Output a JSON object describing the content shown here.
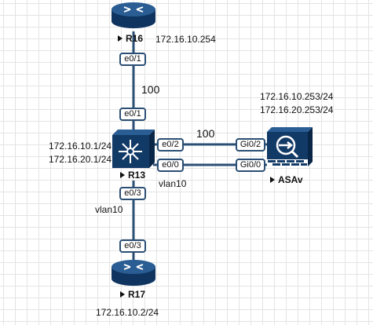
{
  "colors": {
    "link": "#2b4f74",
    "device": "#123a66",
    "device_top": "#2a5d93"
  },
  "devices": {
    "r16": {
      "name": "R16",
      "ip": "172.16.10.254",
      "icon": "router-icon"
    },
    "r13": {
      "name": "R13",
      "ip_lines": [
        "172.16.10.1/24",
        "172.16.20.1/24"
      ],
      "icon": "layer3-switch-icon"
    },
    "r17": {
      "name": "R17",
      "ip": "172.16.10.2/24",
      "icon": "router-icon"
    },
    "asav": {
      "name": "ASAv",
      "ip_lines": [
        "172.16.10.253/24",
        "172.16.20.253/24"
      ],
      "icon": "firewall-icon"
    }
  },
  "links": {
    "r16_r13": {
      "cost": "100",
      "port_a": "e0/1",
      "port_b": "e0/1"
    },
    "r13_asav_1": {
      "cost": "100",
      "port_a": "e0/2",
      "port_b": "Gi0/2"
    },
    "r13_asav_2": {
      "vlan": "vlan10",
      "port_a": "e0/0",
      "port_b": "Gi0/0"
    },
    "r13_r17": {
      "vlan": "vlan10",
      "port_a": "e0/3",
      "port_b": "e0/3"
    }
  }
}
